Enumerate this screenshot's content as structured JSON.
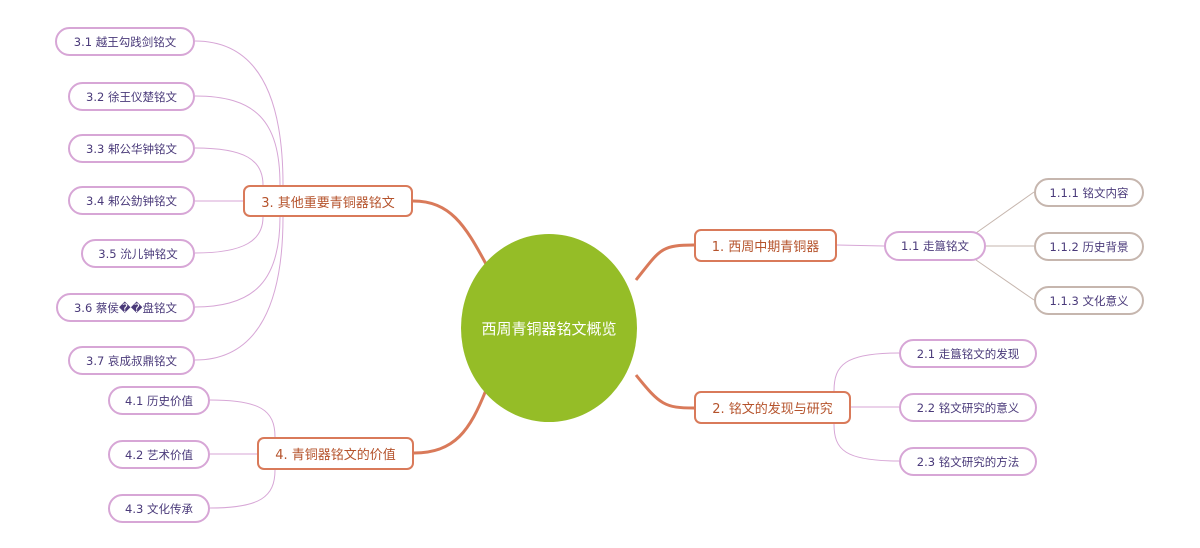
{
  "mindmap": {
    "root": {
      "label": "西周青铜器铭文概览",
      "color": "#95bd27"
    },
    "branches": [
      {
        "label": "1. 西周中期青铜器",
        "children": [
          {
            "label": "1.1 走簋铭文",
            "children": [
              {
                "label": "1.1.1 铭文内容"
              },
              {
                "label": "1.1.2 历史背景"
              },
              {
                "label": "1.1.3 文化意义"
              }
            ]
          }
        ]
      },
      {
        "label": "2. 铭文的发现与研究",
        "children": [
          {
            "label": "2.1 走簋铭文的发现"
          },
          {
            "label": "2.2 铭文研究的意义"
          },
          {
            "label": "2.3 铭文研究的方法"
          }
        ]
      },
      {
        "label": "3. 其他重要青铜器铭文",
        "children": [
          {
            "label": "3.1 越王勾践剑铭文"
          },
          {
            "label": "3.2 徐王仪楚铭文"
          },
          {
            "label": "3.3 邾公华钟铭文"
          },
          {
            "label": "3.4 邾公釛钟铭文"
          },
          {
            "label": "3.5 沇儿钟铭文"
          },
          {
            "label": "3.6 蔡侯��盘铭文"
          },
          {
            "label": "3.7 哀成叔鼎铭文"
          }
        ]
      },
      {
        "label": "4. 青铜器铭文的价值",
        "children": [
          {
            "label": "4.1 历史价值"
          },
          {
            "label": "4.2 艺术价值"
          },
          {
            "label": "4.3 文化传承"
          }
        ]
      }
    ],
    "colors": {
      "main_border": "#d97a5a",
      "main_text": "#b5532c",
      "sub_border": "#d7a6d6",
      "leaf_border": "#c6b6ae",
      "sub_text": "#4a3a7a"
    }
  }
}
